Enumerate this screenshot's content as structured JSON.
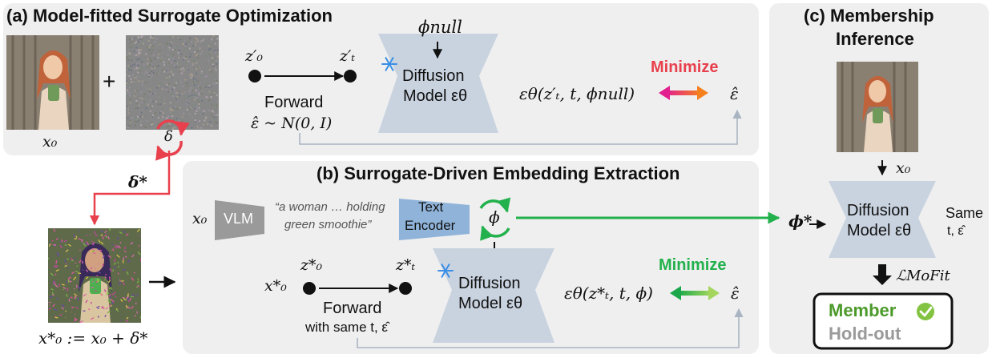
{
  "panel_a": {
    "title": "(a) Model-fitted Surrogate Optimization",
    "x0": "x₀",
    "plus": "+",
    "delta": "δ",
    "z0_prime": "z′₀",
    "zt_prime": "z′ₜ",
    "forward": "Forward",
    "noise_eq": "ε̂ ~ N(0, I)",
    "phi_null": "ϕnull",
    "model_line1": "Diffusion",
    "model_line2": "Model εθ",
    "pred": "εθ(z′ₜ, t, ϕnull)",
    "minimize": "Minimize",
    "eps_hat": "ε̂"
  },
  "panel_b": {
    "title": "(b) Surrogate-Driven Embedding Extraction",
    "x0": "x₀",
    "vlm": "VLM",
    "caption_line1": "“a woman … holding",
    "caption_line2": "green smoothie”",
    "text_encoder_line1": "Text",
    "text_encoder_line2": "Encoder",
    "phi": "ϕ",
    "x0_star": "x*₀",
    "z0_star": "z*₀",
    "zt_star": "z*ₜ",
    "forward": "Forward",
    "with_same": "with same t, ε̂",
    "model_line1": "Diffusion",
    "model_line2": "Model εθ",
    "pred": "εθ(z*ₜ, t, ϕ)",
    "minimize": "Minimize",
    "eps_hat": "ε̂"
  },
  "left": {
    "delta_star": "δ*",
    "x0_star_def": "x*₀ := x₀ + δ*"
  },
  "panel_c": {
    "title_line1": "(c) Membership",
    "title_line2": "Inference",
    "x0": "x₀",
    "phi_star": "ϕ*",
    "model_line1": "Diffusion",
    "model_line2": "Model εθ",
    "same_line1": "Same",
    "same_line2": "t, ε̂",
    "loss": "ℒMoFit",
    "member": "Member",
    "holdout": "Hold-out"
  },
  "colors": {
    "panel_bg": "#efefef",
    "model_fill": "#c9d3e0",
    "red": "#e8404d",
    "green": "#22b14c",
    "gray_arrow": "#a9b4c2",
    "member_green": "#4c9a2a",
    "holdout_gray": "#9a9a9a",
    "snow_blue": "#3b8fe6"
  }
}
